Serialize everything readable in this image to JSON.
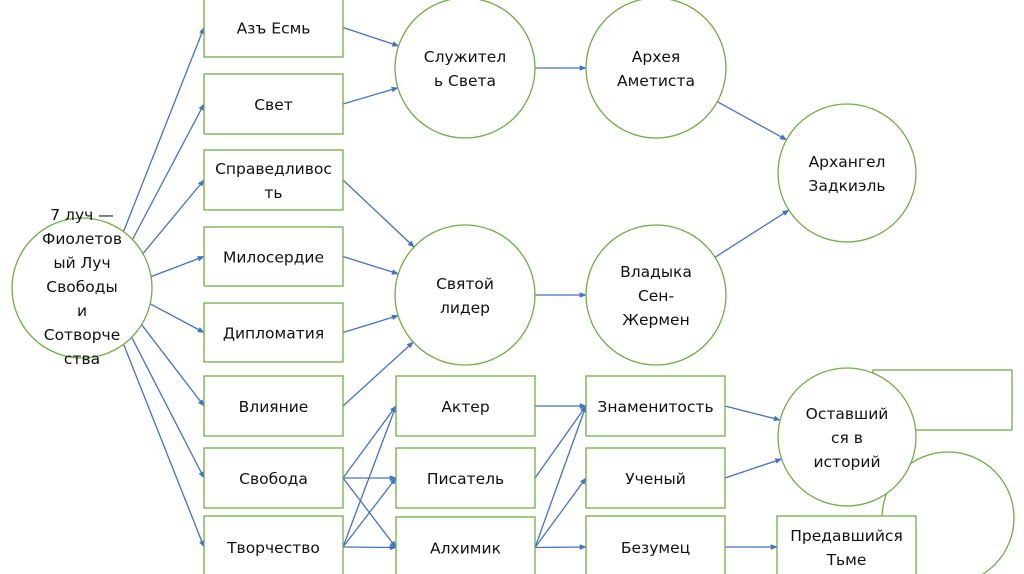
{
  "diagram": {
    "title": "7 луч — Фиолетовый Луч Свободы и Сотворчества",
    "colors": {
      "node_border": "#70ad47",
      "arrow": "#4472c4",
      "text": "#111111",
      "background": "#ffffff"
    },
    "nodes": [
      {
        "id": "root",
        "shape": "circle",
        "lines": [
          "7 луч —",
          "Фиолетов",
          "ый Луч",
          "Свободы",
          "и",
          "Сотворче",
          "ства"
        ]
      },
      {
        "id": "az_esm",
        "shape": "rect",
        "lines": [
          "Азъ Есмь"
        ]
      },
      {
        "id": "svet",
        "shape": "rect",
        "lines": [
          "Свет"
        ]
      },
      {
        "id": "spravedlivost",
        "shape": "rect",
        "lines": [
          "Справедливос",
          "ть"
        ]
      },
      {
        "id": "miloserdie",
        "shape": "rect",
        "lines": [
          "Милосердие"
        ]
      },
      {
        "id": "diplomatiya",
        "shape": "rect",
        "lines": [
          "Дипломатия"
        ]
      },
      {
        "id": "vliyanie",
        "shape": "rect",
        "lines": [
          "Влияние"
        ]
      },
      {
        "id": "svoboda",
        "shape": "rect",
        "lines": [
          "Свобода"
        ]
      },
      {
        "id": "tvorchestvo",
        "shape": "rect",
        "lines": [
          "Творчество"
        ]
      },
      {
        "id": "sluzhitel",
        "shape": "circle",
        "lines": [
          "Служител",
          "ь Света"
        ]
      },
      {
        "id": "svyatoy_lider",
        "shape": "circle",
        "lines": [
          "Святой",
          "лидер"
        ]
      },
      {
        "id": "akter",
        "shape": "rect",
        "lines": [
          "Актер"
        ]
      },
      {
        "id": "pisatel",
        "shape": "rect",
        "lines": [
          "Писатель"
        ]
      },
      {
        "id": "alkhimik",
        "shape": "rect",
        "lines": [
          "Алхимик"
        ]
      },
      {
        "id": "arkheya",
        "shape": "circle",
        "lines": [
          "Архея",
          "Аметиста"
        ]
      },
      {
        "id": "vladyka",
        "shape": "circle",
        "lines": [
          "Владыка",
          "Сен-",
          "Жермен"
        ]
      },
      {
        "id": "znamenitost",
        "shape": "rect",
        "lines": [
          "Знаменитость"
        ]
      },
      {
        "id": "uchenyy",
        "shape": "rect",
        "lines": [
          "Ученый"
        ]
      },
      {
        "id": "bezumets",
        "shape": "rect",
        "lines": [
          "Безумец"
        ]
      },
      {
        "id": "arkhangel",
        "shape": "circle",
        "lines": [
          "Архангел",
          "Задкиэль"
        ]
      },
      {
        "id": "ostavshiysya",
        "shape": "circle",
        "lines": [
          "Оставший",
          "ся в",
          "историй"
        ]
      },
      {
        "id": "predavshiysya",
        "shape": "rect",
        "lines": [
          "Предавшийся",
          "Тьме"
        ]
      },
      {
        "id": "empty_rect",
        "shape": "rect",
        "lines": []
      },
      {
        "id": "empty_circle",
        "shape": "circle",
        "lines": []
      }
    ],
    "edges": [
      [
        "root",
        "az_esm"
      ],
      [
        "root",
        "svet"
      ],
      [
        "root",
        "spravedlivost"
      ],
      [
        "root",
        "miloserdie"
      ],
      [
        "root",
        "diplomatiya"
      ],
      [
        "root",
        "vliyanie"
      ],
      [
        "root",
        "svoboda"
      ],
      [
        "root",
        "tvorchestvo"
      ],
      [
        "az_esm",
        "sluzhitel"
      ],
      [
        "svet",
        "sluzhitel"
      ],
      [
        "spravedlivost",
        "svyatoy_lider"
      ],
      [
        "miloserdie",
        "svyatoy_lider"
      ],
      [
        "diplomatiya",
        "svyatoy_lider"
      ],
      [
        "vliyanie",
        "svyatoy_lider"
      ],
      [
        "svoboda",
        "akter"
      ],
      [
        "svoboda",
        "pisatel"
      ],
      [
        "svoboda",
        "alkhimik"
      ],
      [
        "tvorchestvo",
        "akter"
      ],
      [
        "tvorchestvo",
        "pisatel"
      ],
      [
        "tvorchestvo",
        "alkhimik"
      ],
      [
        "sluzhitel",
        "arkheya"
      ],
      [
        "svyatoy_lider",
        "vladyka"
      ],
      [
        "arkheya",
        "arkhangel"
      ],
      [
        "vladyka",
        "arkhangel"
      ],
      [
        "akter",
        "znamenitost"
      ],
      [
        "pisatel",
        "znamenitost"
      ],
      [
        "alkhimik",
        "znamenitost"
      ],
      [
        "alkhimik",
        "uchenyy"
      ],
      [
        "alkhimik",
        "bezumets"
      ],
      [
        "znamenitost",
        "ostavshiysya"
      ],
      [
        "uchenyy",
        "ostavshiysya"
      ],
      [
        "bezumets",
        "predavshiysya"
      ]
    ]
  }
}
